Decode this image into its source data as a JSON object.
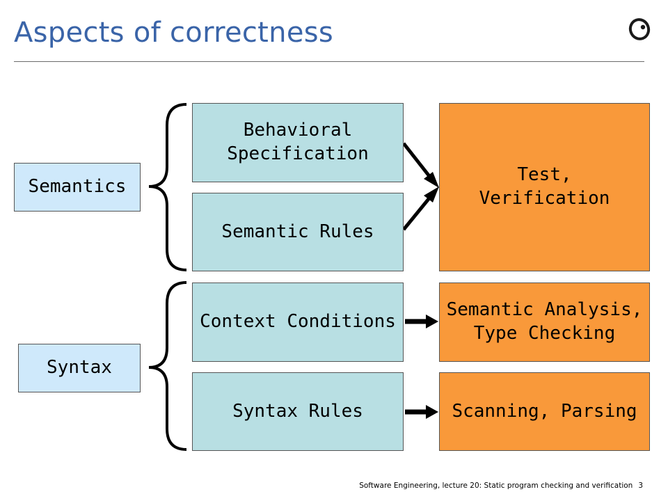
{
  "slide": {
    "title": "Aspects of correctness",
    "footer": "Software Engineering, lecture 20: Static program checking and verification",
    "page_number": "3"
  },
  "categories": {
    "semantics": "Semantics",
    "syntax": "Syntax"
  },
  "rules": {
    "behavioral_specification": "Behavioral\nSpecification",
    "semantic_rules": "Semantic Rules",
    "context_conditions": "Context Conditions",
    "syntax_rules": "Syntax Rules"
  },
  "techniques": {
    "test_verification": "Test,\nVerification",
    "semantic_analysis": "Semantic Analysis,\nType Checking",
    "scanning_parsing": "Scanning, Parsing"
  },
  "colors": {
    "title": "#3a64a8",
    "category_fill": "#cfe9fb",
    "rule_fill": "#b8dfe3",
    "technique_fill": "#f9993a"
  }
}
